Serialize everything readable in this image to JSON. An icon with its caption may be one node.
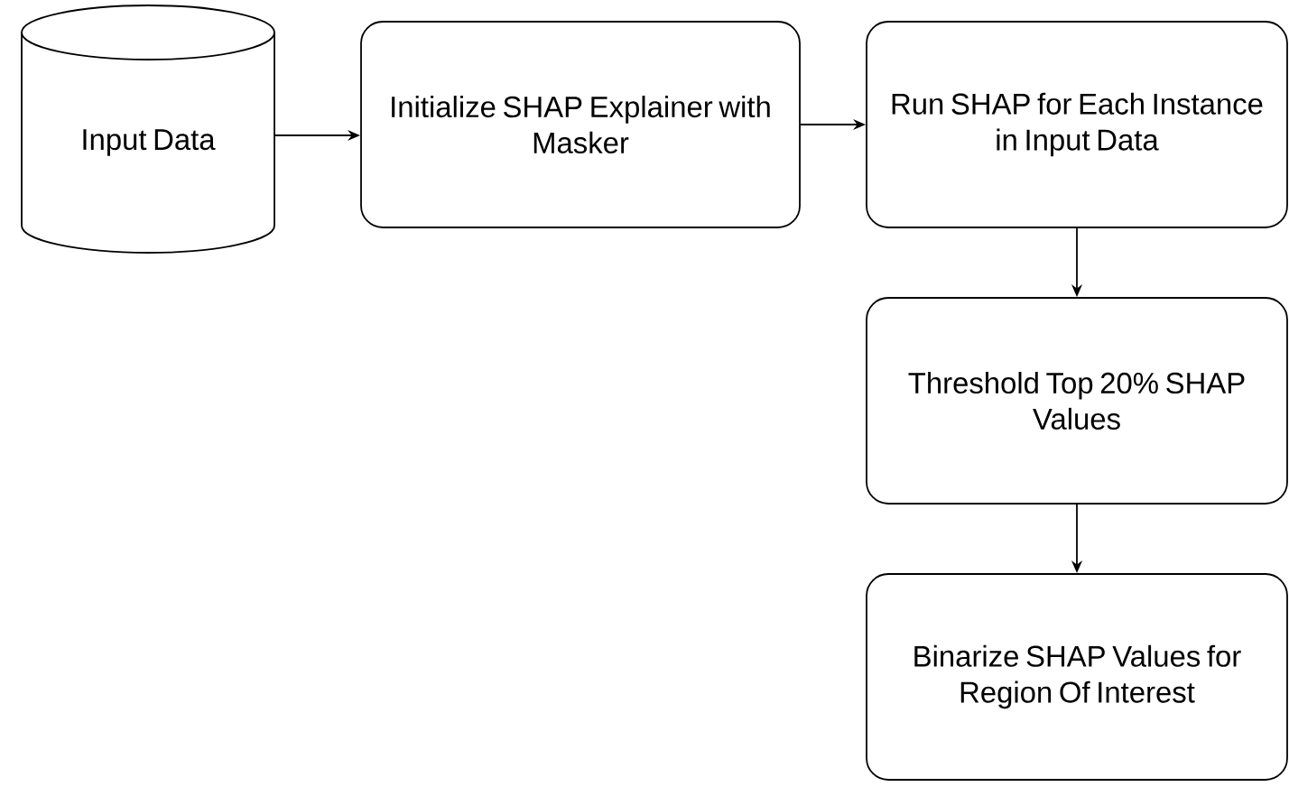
{
  "diagram": {
    "nodes": [
      {
        "text": [
          "Input Data"
        ]
      },
      {
        "text": [
          "Initialize SHAP Explainer with Masker"
        ]
      },
      {
        "text": [
          "Run SHAP for Each Instance in Input Data"
        ]
      },
      {
        "text": [
          "Threshold Top 20% SHAP Values"
        ]
      },
      {
        "text": [
          "Binarize SHAP Values for Region Of Interest"
        ]
      }
    ],
    "edges": [
      {
        "from": 0,
        "to": 1,
        "arrow": "to"
      },
      {
        "from": 1,
        "to": 2,
        "arrow": "to"
      },
      {
        "from": 2,
        "to": 3,
        "arrow": "to"
      },
      {
        "from": 3,
        "to": 4,
        "arrow": "to"
      }
    ]
  }
}
